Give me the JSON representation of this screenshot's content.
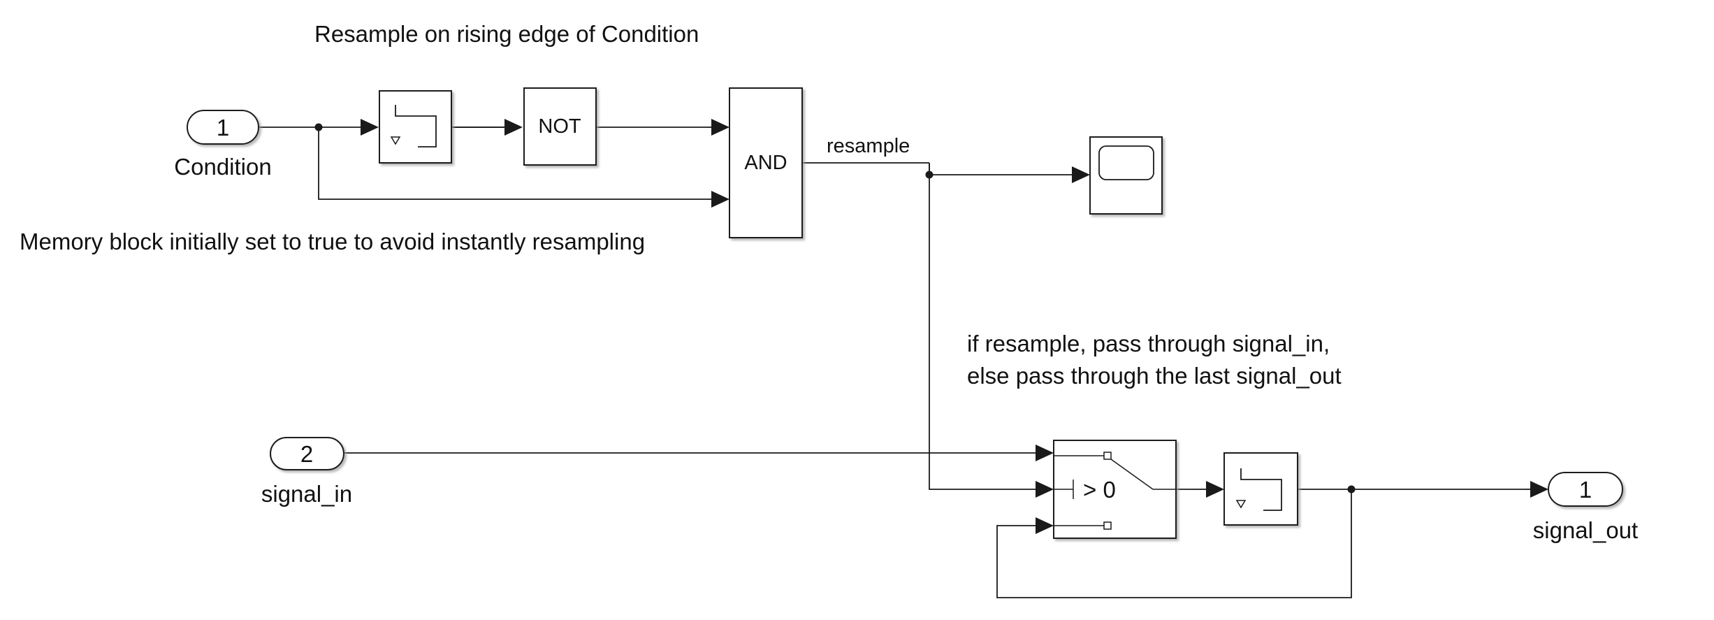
{
  "annotations": {
    "title": "Resample on rising edge of Condition",
    "memory_note": "Memory block initially set to true to avoid instantly resampling",
    "switch_note_line1": "if resample, pass through signal_in,",
    "switch_note_line2": "else pass through the last signal_out"
  },
  "inports": [
    {
      "number": "1",
      "label": "Condition"
    },
    {
      "number": "2",
      "label": "signal_in"
    }
  ],
  "outports": [
    {
      "number": "1",
      "label": "signal_out"
    }
  ],
  "blocks": {
    "not_label": "NOT",
    "and_label": "AND",
    "switch_criteria": "> 0"
  },
  "signals": {
    "resample_label": "resample"
  },
  "colors": {
    "line": "#1a1a1a",
    "block_fill": "#ffffff",
    "shadow": "#b3b3b3"
  }
}
